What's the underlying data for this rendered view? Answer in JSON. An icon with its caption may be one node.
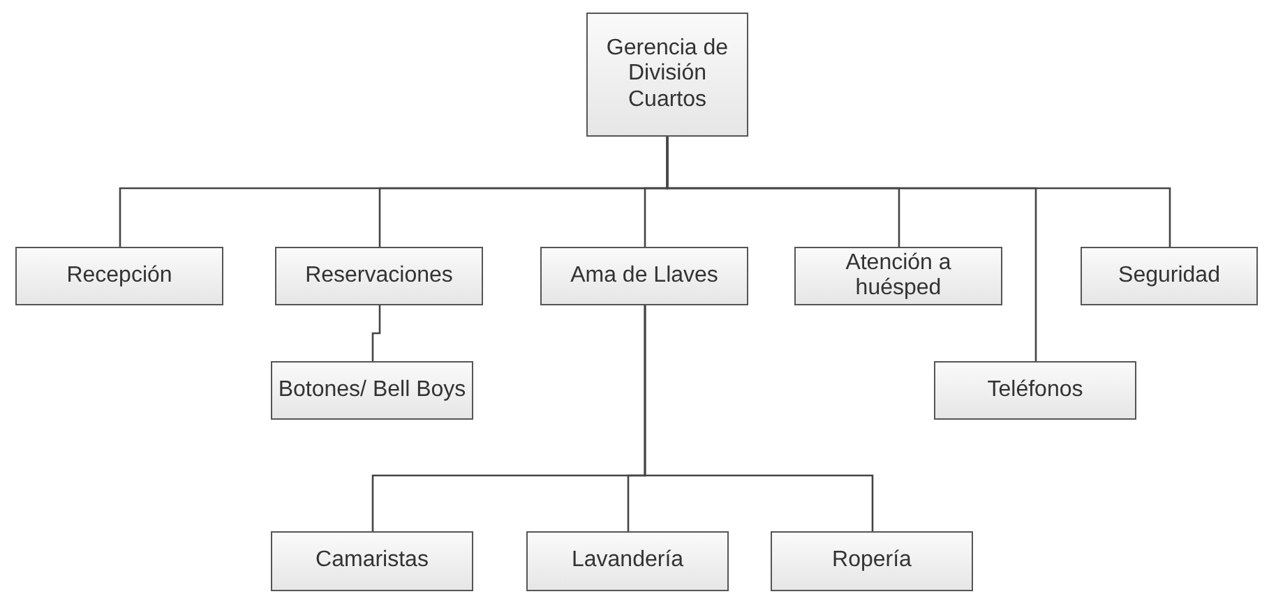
{
  "diagram": {
    "nodes": [
      {
        "text": [
          "Gerencia de División Cuartos"
        ]
      },
      {
        "text": [
          "Recepción"
        ]
      },
      {
        "text": [
          "Reservaciones"
        ]
      },
      {
        "text": [
          "Ama de Llaves"
        ]
      },
      {
        "text": [
          "Atención a huésped"
        ]
      },
      {
        "text": [
          "Seguridad"
        ]
      },
      {
        "text": [
          "Botones/ Bell Boys"
        ]
      },
      {
        "text": [
          "Teléfonos"
        ]
      },
      {
        "text": [
          "Camaristas"
        ]
      },
      {
        "text": [
          "Lavandería"
        ]
      },
      {
        "text": [
          "Ropería"
        ]
      }
    ],
    "edges": [
      {
        "from": 0,
        "to": 1,
        "arrow": "none"
      },
      {
        "from": 0,
        "to": 2,
        "arrow": "none"
      },
      {
        "from": 0,
        "to": 3,
        "arrow": "none"
      },
      {
        "from": 0,
        "to": 4,
        "arrow": "none"
      },
      {
        "from": 0,
        "to": 7,
        "arrow": "none"
      },
      {
        "from": 0,
        "to": 5,
        "arrow": "none"
      },
      {
        "from": 2,
        "to": 6,
        "arrow": "none"
      },
      {
        "from": 3,
        "to": 8,
        "arrow": "none"
      },
      {
        "from": 3,
        "to": 9,
        "arrow": "none"
      },
      {
        "from": 3,
        "to": 10,
        "arrow": "none"
      }
    ]
  }
}
